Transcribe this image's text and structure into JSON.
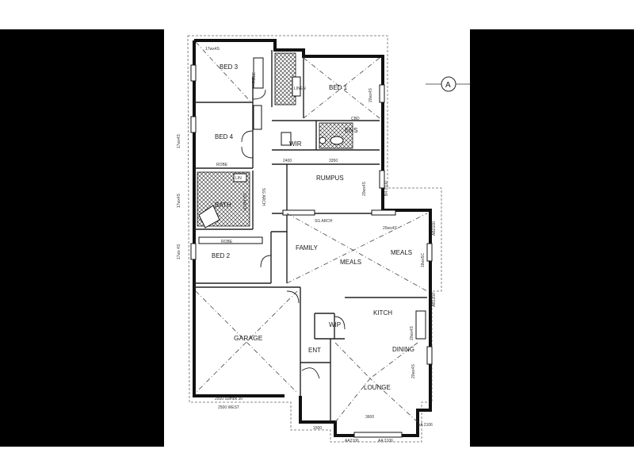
{
  "rooms": {
    "bed3": "BED 3",
    "bed1": "BED 1",
    "bed4": "BED 4",
    "bed2": "BED 2",
    "wir": "WIR",
    "ens": "ENS",
    "rumpus": "RUMPUS",
    "bath": "BATH",
    "family": "FAMILY",
    "meals": "MEALS",
    "meals2": "MEALS",
    "kitch": "KITCH",
    "wip": "WIP",
    "garage": "GARAGE",
    "ent": "ENT",
    "dining": "DINING",
    "lounge": "LOUNGE"
  },
  "fixtures": {
    "robe_bed3": "ROBE",
    "robe_bed4": "ROBE",
    "robe_bed2": "ROBE",
    "lin": "LIN",
    "linen": "LINEN",
    "cbd": "CBD"
  },
  "arches": {
    "rumpus_arch": "SG ARCH",
    "hall_arch": "SG ARCH",
    "family_arch": "SG ARCH"
  },
  "dimensions": {
    "bed3_dim": "17wx4S",
    "bed4_dim": "17wx4S",
    "bath_dim": "17wx4S",
    "bed2_dim": "17wx 4S",
    "bed1_dim": "20wx4S",
    "rumpus_dim": "20wx4S",
    "family_dim": "20wx4S",
    "kitch_dim": "20wx4S",
    "dining_dim": "20wx4S",
    "meals_dim": "18wx5C",
    "w2400": "2400",
    "w3350": "3350",
    "w3600": "3600",
    "w1500": "1500",
    "side_ab": "AB2100",
    "side_ab2": "AB1200",
    "side_b4": "B4 2100",
    "bottom_ab": "AA2106",
    "bottom_ab2": "AA 2106",
    "bottom_aa": "AA 2106",
    "garage_door": "2500 Sumbk 30",
    "garage_door2": "2500 WEST"
  },
  "section_marker": "A"
}
